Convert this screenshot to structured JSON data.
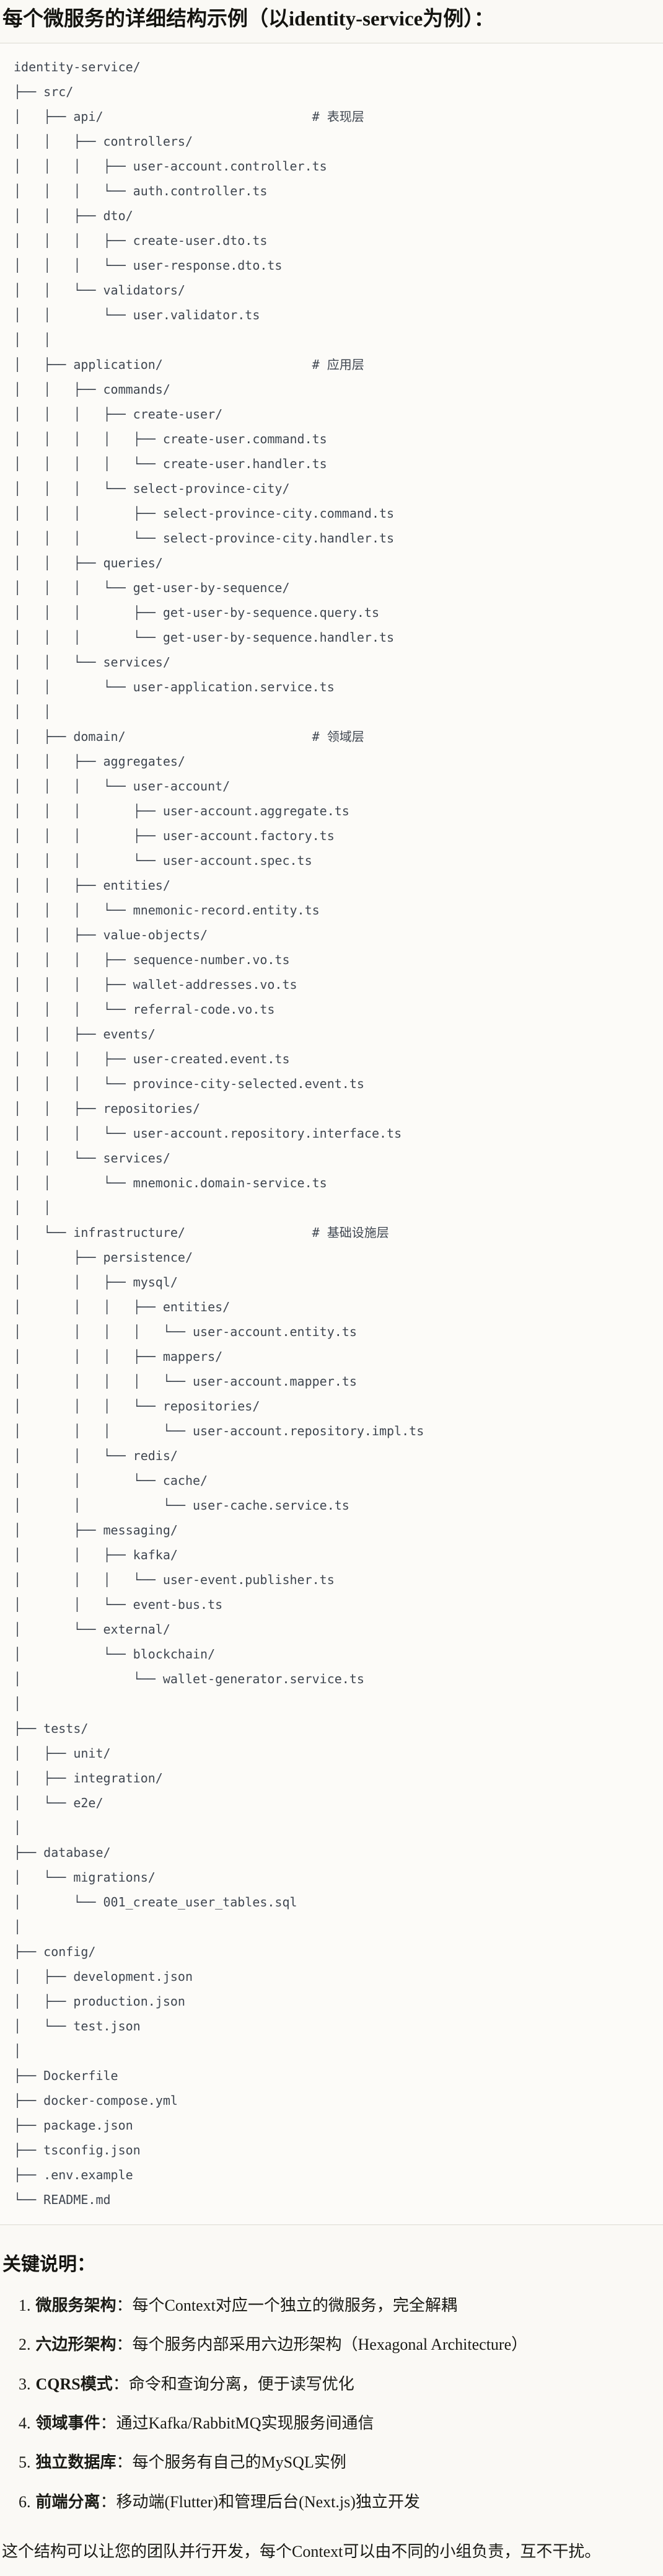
{
  "page": {
    "title": "每个微服务的详细结构示例（以identity-service为例）：",
    "colors": {
      "page_background": "#faf9f5",
      "code_background": "#fcfbf8",
      "code_border": "#dcdad2",
      "code_text": "#3f4650",
      "body_text": "#141410"
    },
    "tree": {
      "lines": [
        "identity-service/",
        "├── src/",
        "│   ├── api/                            # 表现层",
        "│   │   ├── controllers/",
        "│   │   │   ├── user-account.controller.ts",
        "│   │   │   └── auth.controller.ts",
        "│   │   ├── dto/",
        "│   │   │   ├── create-user.dto.ts",
        "│   │   │   └── user-response.dto.ts",
        "│   │   └── validators/",
        "│   │       └── user.validator.ts",
        "│   │",
        "│   ├── application/                    # 应用层",
        "│   │   ├── commands/",
        "│   │   │   ├── create-user/",
        "│   │   │   │   ├── create-user.command.ts",
        "│   │   │   │   └── create-user.handler.ts",
        "│   │   │   └── select-province-city/",
        "│   │   │       ├── select-province-city.command.ts",
        "│   │   │       └── select-province-city.handler.ts",
        "│   │   ├── queries/",
        "│   │   │   └── get-user-by-sequence/",
        "│   │   │       ├── get-user-by-sequence.query.ts",
        "│   │   │       └── get-user-by-sequence.handler.ts",
        "│   │   └── services/",
        "│   │       └── user-application.service.ts",
        "│   │",
        "│   ├── domain/                         # 领域层",
        "│   │   ├── aggregates/",
        "│   │   │   └── user-account/",
        "│   │   │       ├── user-account.aggregate.ts",
        "│   │   │       ├── user-account.factory.ts",
        "│   │   │       └── user-account.spec.ts",
        "│   │   ├── entities/",
        "│   │   │   └── mnemonic-record.entity.ts",
        "│   │   ├── value-objects/",
        "│   │   │   ├── sequence-number.vo.ts",
        "│   │   │   ├── wallet-addresses.vo.ts",
        "│   │   │   └── referral-code.vo.ts",
        "│   │   ├── events/",
        "│   │   │   ├── user-created.event.ts",
        "│   │   │   └── province-city-selected.event.ts",
        "│   │   ├── repositories/",
        "│   │   │   └── user-account.repository.interface.ts",
        "│   │   └── services/",
        "│   │       └── mnemonic.domain-service.ts",
        "│   │",
        "│   └── infrastructure/                 # 基础设施层",
        "│       ├── persistence/",
        "│       │   ├── mysql/",
        "│       │   │   ├── entities/",
        "│       │   │   │   └── user-account.entity.ts",
        "│       │   │   ├── mappers/",
        "│       │   │   │   └── user-account.mapper.ts",
        "│       │   │   └── repositories/",
        "│       │   │       └── user-account.repository.impl.ts",
        "│       │   └── redis/",
        "│       │       └── cache/",
        "│       │           └── user-cache.service.ts",
        "│       ├── messaging/",
        "│       │   ├── kafka/",
        "│       │   │   └── user-event.publisher.ts",
        "│       │   └── event-bus.ts",
        "│       └── external/",
        "│           └── blockchain/",
        "│               └── wallet-generator.service.ts",
        "│",
        "├── tests/",
        "│   ├── unit/",
        "│   ├── integration/",
        "│   └── e2e/",
        "│",
        "├── database/",
        "│   └── migrations/",
        "│       └── 001_create_user_tables.sql",
        "│",
        "├── config/",
        "│   ├── development.json",
        "│   ├── production.json",
        "│   └── test.json",
        "│",
        "├── Dockerfile",
        "├── docker-compose.yml",
        "├── package.json",
        "├── tsconfig.json",
        "├── .env.example",
        "└── README.md"
      ]
    },
    "notes": {
      "heading": "关键说明：",
      "items": [
        {
          "num": "1.",
          "term": "微服务架构",
          "text": "：每个Context对应一个独立的微服务，完全解耦"
        },
        {
          "num": "2.",
          "term": "六边形架构",
          "text": "：每个服务内部采用六边形架构（Hexagonal Architecture）"
        },
        {
          "num": "3.",
          "term": "CQRS模式",
          "text": "：命令和查询分离，便于读写优化"
        },
        {
          "num": "4.",
          "term": "领域事件",
          "text": "：通过Kafka/RabbitMQ实现服务间通信"
        },
        {
          "num": "5.",
          "term": "独立数据库",
          "text": "：每个服务有自己的MySQL实例"
        },
        {
          "num": "6.",
          "term": "前端分离",
          "text": "：移动端(Flutter)和管理后台(Next.js)独立开发"
        }
      ],
      "closing": "这个结构可以让您的团队并行开发，每个Context可以由不同的小组负责，互不干扰。"
    }
  }
}
